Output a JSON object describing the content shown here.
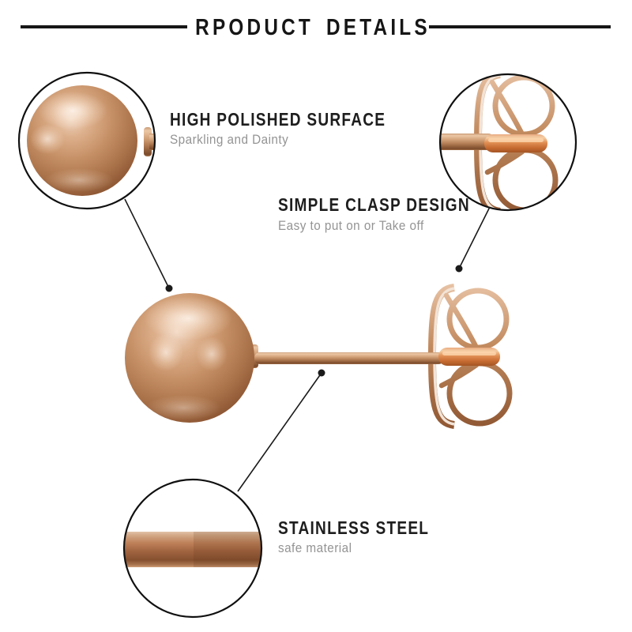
{
  "header": {
    "title": "RPODUCT DETAILS"
  },
  "callouts": {
    "polish": {
      "heading": "HIGH POLISHED SURFACE",
      "subheading": "Sparkling and Dainty"
    },
    "clasp": {
      "heading": "SIMPLE CLASP DESIGN",
      "subheading": "Easy to put on or Take off"
    },
    "steel": {
      "heading": "STAINLESS STEEL",
      "subheading": "safe material"
    }
  },
  "colors": {
    "rose_highlight": "#f0d6c2",
    "rose_light": "#ddb08c",
    "rose_mid": "#c69066",
    "rose_deep": "#8f5835",
    "tube_orange": "#e29055",
    "heading_text": "#1e1e1e",
    "subtext_gray": "#949494",
    "line_black": "#1a1a1a",
    "background": "#ffffff"
  }
}
